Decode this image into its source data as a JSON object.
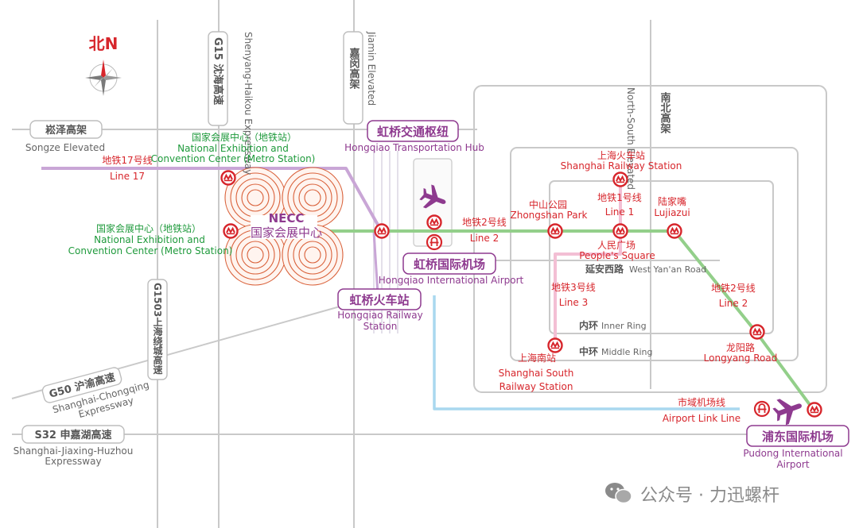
{
  "compass": {
    "label": "北N"
  },
  "roads": {
    "g15": {
      "code": "G15 沈海高速",
      "name_en": "Shenyang-Haikou Expressway"
    },
    "jiamin": {
      "name_cn": "嘉闵高架",
      "name_en": "Jiamin Elevated"
    },
    "songze": {
      "name_cn": "崧泽高架",
      "name_en": "Songze Elevated"
    },
    "g1503": {
      "label": "G1503上海绕城高速"
    },
    "g50": {
      "code": "G50 沪渝高速",
      "name_en_1": "Shanghai-Chongqing",
      "name_en_2": "Expressway"
    },
    "s32": {
      "code": "S32 申嘉湖高速",
      "name_en_1": "Shanghai-Jiaxing-Huzhou",
      "name_en_2": "Expressway"
    },
    "north_south": {
      "name_cn": "南北高架",
      "name_en": "North-South Elevated"
    },
    "yanan": {
      "name_cn": "延安西路",
      "name_en": "West Yan'an Road"
    },
    "inner_ring": {
      "name_cn": "内环",
      "name_en": "Inner Ring"
    },
    "middle_ring": {
      "name_cn": "中环",
      "name_en": "Middle Ring"
    }
  },
  "lines": {
    "line17": {
      "cn": "地铁17号线",
      "en": "Line 17"
    },
    "line2_west": {
      "cn": "地铁2号线",
      "en": "Line 2"
    },
    "line1": {
      "cn": "地铁1号线",
      "en": "Line 1"
    },
    "line3": {
      "cn": "地铁3号线",
      "en": "Line 3"
    },
    "line2_east": {
      "cn": "地铁2号线",
      "en": "Line 2"
    },
    "airport_link": {
      "cn": "市域机场线",
      "en": "Airport Link Line"
    }
  },
  "places": {
    "necc_station_top": {
      "cn": "国家会展中心（地铁站）",
      "en_1": "National Exhibition and",
      "en_2": "Convention Center (Metro Station)"
    },
    "necc_station_left": {
      "cn": "国家会展中心（地铁站）",
      "en_1": "National Exhibition and",
      "en_2": "Convention Center (Metro Station)"
    },
    "necc": {
      "short": "NECC",
      "cn": "国家会展中心"
    },
    "hongqiao_hub": {
      "cn": "虹桥交通枢纽",
      "en": "Hongqiao Transportation Hub"
    },
    "hongqiao_airport": {
      "cn": "虹桥国际机场",
      "en": "Hongqiao International Airport"
    },
    "hongqiao_rail": {
      "cn": "虹桥火车站",
      "en_1": "Hongqiao Railway",
      "en_2": "Station"
    },
    "zhongshan_park": {
      "cn": "中山公园",
      "en": "Zhongshan Park"
    },
    "shanghai_railway": {
      "cn": "上海火车站",
      "en": "Shanghai Railway Station"
    },
    "lujiazui": {
      "cn": "陆家嘴",
      "en": "Lujiazui"
    },
    "peoples_square": {
      "cn": "人民广场",
      "en": "People's Square"
    },
    "shanghai_south": {
      "cn": "上海南站",
      "en_1": "Shanghai South",
      "en_2": "Railway Station"
    },
    "longyang": {
      "cn": "龙阳路",
      "en": "Longyang Road"
    },
    "pudong_airport": {
      "cn": "浦东国际机场",
      "en_1": "Pudong International",
      "en_2": "Airport"
    }
  },
  "watermark": "公众号 · 力迅螺杆",
  "colors": {
    "road": "#c9c9c9",
    "line2": "#93cf8a",
    "line17": "#c9a6d6",
    "line3": "#f3bfd4",
    "airport_link": "#a9d8ef",
    "metro_red": "#d7262c",
    "purple": "#8e3a8f",
    "green_text": "#1f9a3c",
    "red_text": "#d7262c",
    "venue": "#d9613a"
  }
}
